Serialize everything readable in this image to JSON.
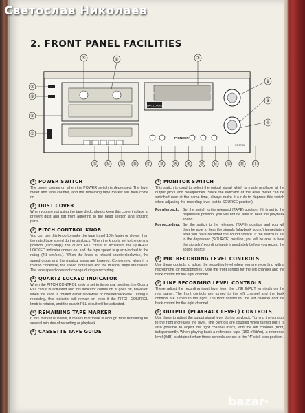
{
  "watermark": "Светослав Николаев",
  "heading": "2. FRONT PANEL FACILITIES",
  "diagram": {
    "callouts_top": [
      "⑤",
      "⑥",
      "⑦"
    ],
    "callouts_right": [
      "⑧",
      "⑨",
      "⑩"
    ],
    "callouts_left": [
      "④",
      "③",
      "②",
      "①"
    ],
    "callouts_bottom": [
      "⑬",
      "⑭",
      "⑮",
      "⑯",
      "⑰",
      "⑱",
      "⑲",
      "⑳",
      "⑮",
      "⑭",
      "⑬",
      "⑫",
      "⑪"
    ],
    "display_label": "QUARTZ LOCKED",
    "brand": "PIONEER",
    "model": "CT-F750"
  },
  "sections_left": [
    {
      "n": "①",
      "title": "POWER SWITCH",
      "body": "The power comes on when the POWER switch is depressed. The level meter and tape counter, and the remaining tape marker will then come on."
    },
    {
      "n": "②",
      "title": "DUST COVER",
      "body": "When you are not using the tape deck, always keep this cover in place to prevent dust and dirt from adhering to the head section and rotating parts."
    },
    {
      "n": "③",
      "title": "PITCH CONTROL KNOB",
      "body": "You can use this knob to make the tape travel 10% faster or slower than the rated tape speed during playback. When the knob is set to the central position (click-stop), the quartz PLL circuit is activated, the QUARTZ LOCKED indicator comes on, and the tape speed is quartz-locked to the rating (4.8 cm/sec.). When the knob is rotated counterclockwise, the speed drops and the musical steps are lowered. Conversely, when it is rotated clockwise, the speed increases and the musical steps are raised. The tape speed does not change during a recording."
    },
    {
      "n": "④",
      "title": "QUARTZ LOCKED INDICATOR",
      "body": "When the PITCH CONTROL knob is set to its central position, the Quartz PLL circuit is activated and this indicator comes on. It goes off, however, when the knob is rotated either clockwise or counterclockwise. During a recording, this indicator will remain on even if the PITCH CONTROL knob is rotated, and the quartz PLL circuit will be activated."
    },
    {
      "n": "⑤",
      "title": "REMAINING TAPE MARKER",
      "body": "If this marker is visible, it means that there is enough tape remaining for several minutes of recording or playback."
    },
    {
      "n": "⑥",
      "title": "CASSETTE TAPE GUIDE",
      "body": ""
    }
  ],
  "monitor": {
    "n": "⑦",
    "title": "MONITOR SWITCH",
    "body": "This switch is used to select the output signal which is made available at the output jacks and headphones. Since the indicator of the level meter can be switched over at the same time, always make it a rule to depress this switch when adjusting the recording level (set to SOURCE position).",
    "rows": [
      {
        "k": "For playback:",
        "v": "Set the switch to the released (TAPE) position. If it is set to the depressed position, you will not be able to hear the playback sound."
      },
      {
        "k": "For recording:",
        "v": "Set the switch to the released (TAPE) position and you will then be able to hear the signals (playback sound) immediately after you have recorded the sound source. If the switch is set to the depressed (SOURCE) position, you will be able to hear the signals (recording input) immediately before you record the sound source."
      }
    ]
  },
  "sections_right": [
    {
      "n": "⑧",
      "title": "MIC RECORDING LEVEL CONTROLS",
      "body": "Use these controls to adjust the recording level when you are recording with a microphone (or microphones). Use the front control for the left channel and the back control for the right channel."
    },
    {
      "n": "⑨",
      "title": "LINE RECORDING LEVEL CONTROLS",
      "body": "These adjust the recording input level from the LINE INPUT terminals on the rear panel. The front controls are turned to the left channel and the back controls are turned to the right. The front control for the left channel and the back control for the right channel."
    },
    {
      "n": "⑩",
      "title": "OUTPUT (PLAYBACK LEVEL) CONTROLS",
      "body": "Use these to adjust the output signal level during playback. Turning the controls to the right increases the level. The controls are coupled when turned but it is also possible to adjust the right channel (back) and the left channel (front) independently. When playing back a reference tape (160 nWb/m), a reference level (0dB) is obtained when these controls are set to the \"4\" click-stop position."
    }
  ]
}
